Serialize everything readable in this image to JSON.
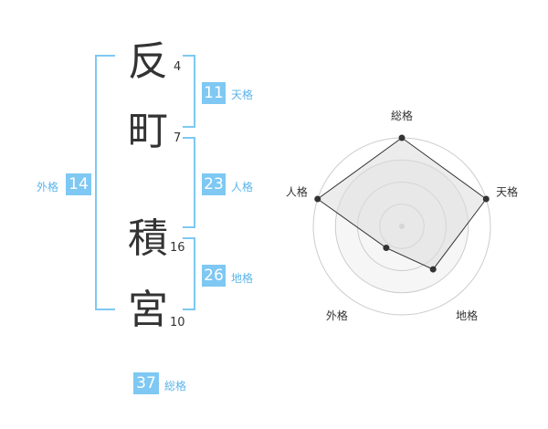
{
  "characters": [
    {
      "char": "反",
      "strokes": "4"
    },
    {
      "char": "町",
      "strokes": "7"
    },
    {
      "char": "積",
      "strokes": "16"
    },
    {
      "char": "宮",
      "strokes": "10"
    }
  ],
  "kakusu": {
    "tenkaku": {
      "value": "11",
      "label": "天格"
    },
    "jinkaku": {
      "value": "23",
      "label": "人格"
    },
    "chikaku": {
      "value": "26",
      "label": "地格"
    },
    "gaikaku": {
      "value": "14",
      "label": "外格"
    },
    "soukaku": {
      "value": "37",
      "label": "総格"
    }
  },
  "chart_data": {
    "type": "radar",
    "axes": [
      "総格",
      "天格",
      "地格",
      "外格",
      "人格"
    ],
    "values": [
      1.0,
      1.0,
      0.6,
      0.3,
      1.0
    ],
    "rings": 4,
    "colors": {
      "fill": "#eeeeee",
      "line": "#333333",
      "grid": "#cccccc"
    }
  }
}
